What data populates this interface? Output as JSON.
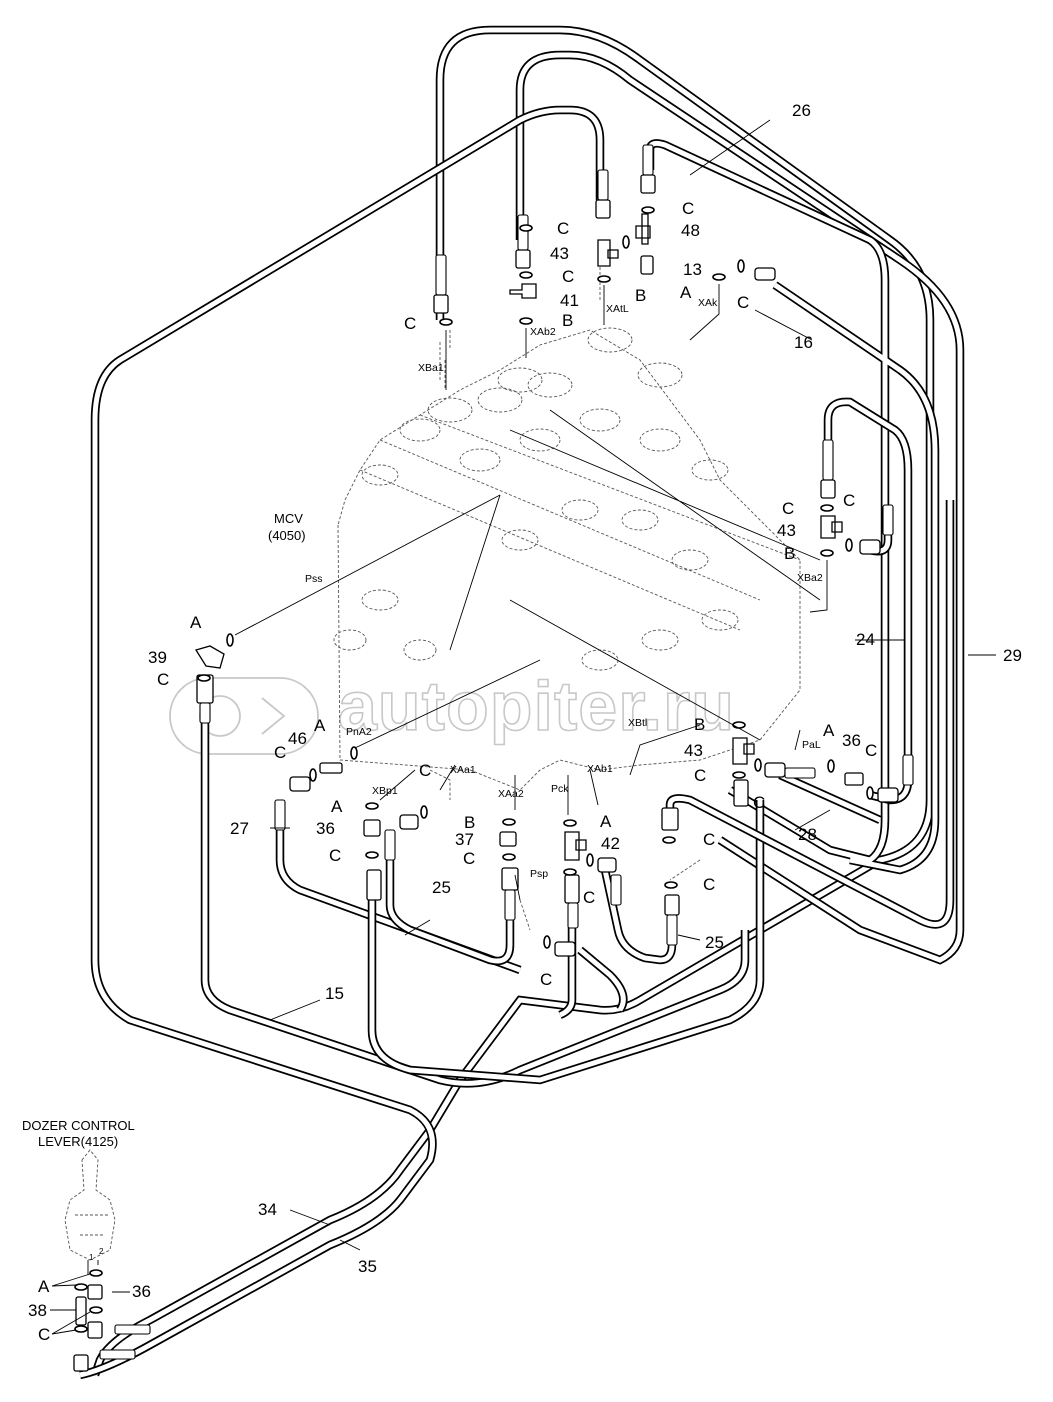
{
  "components": {
    "mcv": {
      "name": "MCV",
      "code": "(4050)"
    },
    "dozer_lever": {
      "name": "DOZER CONTROL",
      "code": "LEVER(4125)"
    }
  },
  "part_numbers": {
    "p26": "26",
    "p16": "16",
    "p24": "24",
    "p29": "29",
    "p28": "28",
    "p15": "15",
    "p34": "34",
    "p35": "35",
    "p27": "27",
    "p25a": "25",
    "p25b": "25",
    "p13": "13",
    "p48": "48",
    "p43a": "43",
    "p41": "41",
    "p43b": "43",
    "p43c": "43",
    "p39": "39",
    "p46": "46",
    "p36a": "36",
    "p37": "37",
    "p42": "42",
    "p36b": "36",
    "p36c": "36",
    "p38": "38"
  },
  "seal_labels": {
    "c1": "C",
    "c2": "C",
    "c3": "C",
    "c4": "C",
    "b1": "B",
    "b2": "B",
    "a1": "A",
    "c5": "C",
    "c6": "C",
    "c7": "C",
    "b3": "B",
    "a2": "A",
    "c8": "C",
    "a3": "A",
    "c9": "C",
    "a4": "A",
    "b4": "B",
    "c10": "C",
    "c11": "C",
    "b5": "B",
    "c12": "C",
    "c13": "C",
    "a5": "A",
    "c14": "C",
    "c15": "C",
    "c16": "C",
    "b6": "B",
    "c17": "C",
    "c18": "C",
    "c19": "C",
    "a6": "A",
    "c20": "C",
    "a7": "A",
    "c21": "C"
  },
  "port_labels": {
    "XBa1": "XBa1",
    "XAb2": "XAb2",
    "XAtL": "XAtL",
    "XAk": "XAk",
    "XBa2": "XBa2",
    "Pss": "Pss",
    "PnA2": "PnA2",
    "XBp1": "XBp1",
    "XAa1": "XAa1",
    "XAa2": "XAa2",
    "Pck": "Pck",
    "XAb1": "XAb1",
    "XBtl": "XBtl",
    "PaL": "PaL",
    "Psp": "Psp"
  },
  "lever_ports": {
    "port1": "1",
    "port2": "2"
  },
  "watermark": {
    "text": "autopiter.ru"
  }
}
